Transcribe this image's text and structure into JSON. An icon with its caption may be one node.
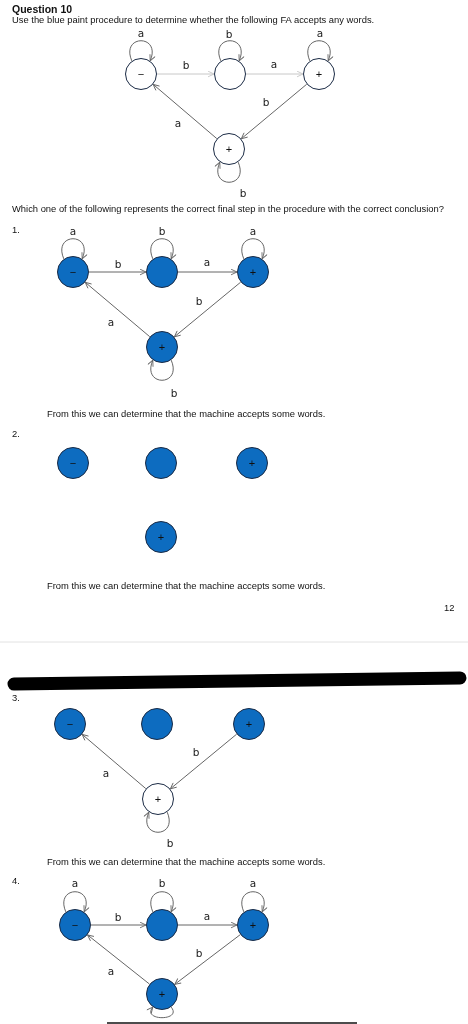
{
  "diagram": {
    "title": "Question 10",
    "nodes": [
      {
        "text": [
          "−"
        ]
      },
      {
        "text": [],
        "shape": "circle"
      },
      {
        "text": [
          "+"
        ]
      },
      {
        "text": [
          "+"
        ]
      },
      {
        "text": [
          "−"
        ]
      },
      {
        "text": [],
        "shape": "circle"
      },
      {
        "text": [
          "+"
        ]
      },
      {
        "text": [
          "+"
        ]
      },
      {
        "text": [
          "−"
        ]
      },
      {
        "text": [],
        "shape": "circle"
      },
      {
        "text": [
          "+"
        ]
      },
      {
        "text": [
          "+"
        ]
      },
      {
        "text": [
          "−"
        ]
      },
      {
        "text": [],
        "shape": "circle"
      },
      {
        "text": [
          "+"
        ]
      },
      {
        "text": [
          "+"
        ]
      },
      {
        "text": [
          "−"
        ]
      },
      {
        "text": [],
        "shape": "circle"
      },
      {
        "text": [
          "+"
        ]
      },
      {
        "text": [
          "+"
        ]
      }
    ],
    "edges": [
      {
        "from": 0,
        "to": 0,
        "arrow": "to",
        "label": "a"
      },
      {
        "from": 1,
        "to": 1,
        "arrow": "to",
        "label": "b"
      },
      {
        "from": 2,
        "to": 2,
        "arrow": "to",
        "label": "a"
      },
      {
        "from": 0,
        "to": 1,
        "arrow": "to",
        "label": "b",
        "color": "#c8c8c8"
      },
      {
        "from": 1,
        "to": 2,
        "arrow": "to",
        "label": "a",
        "color": "#c8c8c8"
      },
      {
        "from": 2,
        "to": 3,
        "arrow": "to",
        "label": "b"
      },
      {
        "from": 3,
        "to": 0,
        "arrow": "to",
        "label": "a"
      },
      {
        "from": 3,
        "to": 3,
        "arrow": "to",
        "label": "b"
      },
      {
        "from": 4,
        "to": 4,
        "arrow": "to",
        "label": "a"
      },
      {
        "from": 5,
        "to": 5,
        "arrow": "to",
        "label": "b"
      },
      {
        "from": 6,
        "to": 6,
        "arrow": "to",
        "label": "a"
      },
      {
        "from": 4,
        "to": 5,
        "arrow": "to",
        "label": "b"
      },
      {
        "from": 5,
        "to": 6,
        "arrow": "to",
        "label": "a"
      },
      {
        "from": 6,
        "to": 7,
        "arrow": "to",
        "label": "b"
      },
      {
        "from": 7,
        "to": 4,
        "arrow": "to",
        "label": "a"
      },
      {
        "from": 7,
        "to": 7,
        "arrow": "to",
        "label": "b"
      },
      {
        "from": 15,
        "to": 12,
        "arrow": "to",
        "label": "a"
      },
      {
        "from": 14,
        "to": 15,
        "arrow": "to",
        "label": "b"
      },
      {
        "from": 15,
        "to": 15,
        "arrow": "to",
        "label": "b"
      },
      {
        "from": 16,
        "to": 16,
        "arrow": "to",
        "label": "a"
      },
      {
        "from": 17,
        "to": 17,
        "arrow": "to",
        "label": "b"
      },
      {
        "from": 18,
        "to": 18,
        "arrow": "to",
        "label": "a"
      },
      {
        "from": 16,
        "to": 17,
        "arrow": "to",
        "label": "b"
      },
      {
        "from": 17,
        "to": 18,
        "arrow": "to",
        "label": "a"
      },
      {
        "from": 18,
        "to": 19,
        "arrow": "to",
        "label": "b"
      },
      {
        "from": 19,
        "to": 16,
        "arrow": "to",
        "label": "a"
      },
      {
        "from": 19,
        "to": 19,
        "arrow": "to"
      }
    ],
    "labels": [
      "Use the blue paint procedure to determine whether the following FA accepts any words.",
      "Which one of the following represents the correct final step in the procedure with the correct conclusion?",
      "1.",
      "From this we can determine that the machine accepts some words.",
      "2.",
      "From this we can determine that the machine accepts some words.",
      "12",
      "3.",
      "From this we can determine that the machine accepts some words.",
      "4."
    ]
  }
}
